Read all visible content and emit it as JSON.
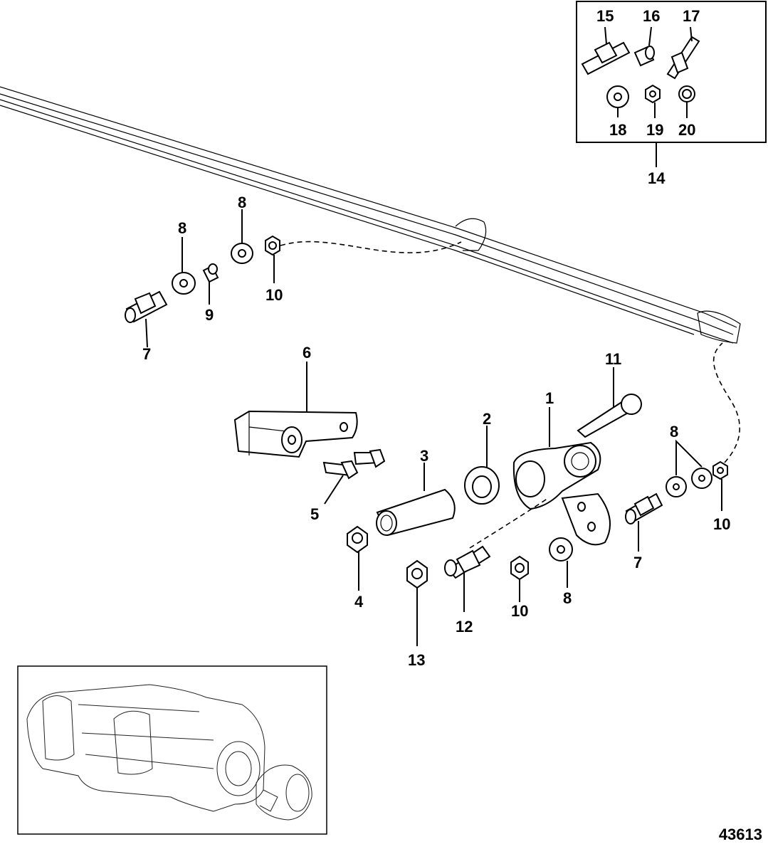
{
  "figure_number": "43613",
  "callouts": {
    "c1": "1",
    "c2": "2",
    "c3": "3",
    "c4": "4",
    "c5": "5",
    "c6": "6",
    "c7a": "7",
    "c7b": "7",
    "c8a": "8",
    "c8b": "8",
    "c8c": "8",
    "c8d": "8",
    "c9": "9",
    "c10a": "10",
    "c10b": "10",
    "c10c": "10",
    "c11": "11",
    "c12": "12",
    "c13": "13",
    "c14": "14",
    "c15": "15",
    "c16": "16",
    "c17": "17",
    "c18": "18",
    "c19": "19",
    "c20": "20"
  }
}
